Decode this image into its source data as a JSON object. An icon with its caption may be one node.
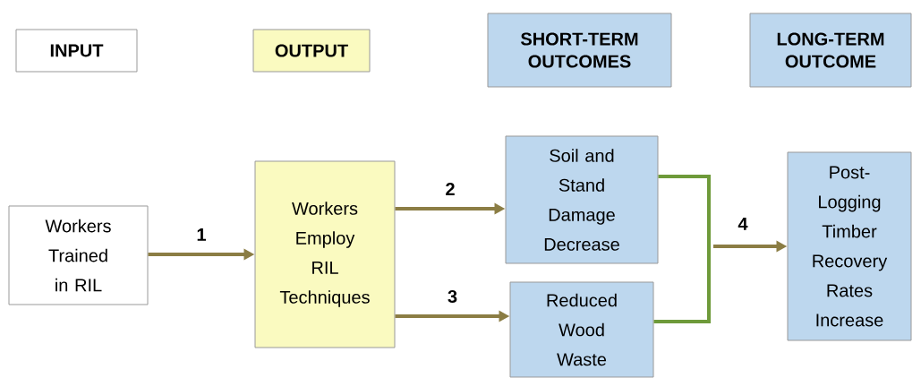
{
  "diagram": {
    "nodes": [
      {
        "text": [
          "INPUT"
        ]
      },
      {
        "text": [
          "OUTPUT"
        ]
      },
      {
        "text": [
          "SHORT-TERM OUTCOMES"
        ]
      },
      {
        "text": [
          "LONG-TERM OUTCOME"
        ]
      },
      {
        "text": [
          "Workers Trained in RIL"
        ]
      },
      {
        "text": [
          "Workers Employ RIL Techniques"
        ]
      },
      {
        "text": [
          "Soil and Stand Damage Decrease"
        ]
      },
      {
        "text": [
          "Reduced Wood Waste"
        ]
      },
      {
        "text": [
          "Post-Logging Timber Recovery Rates Increase"
        ]
      }
    ],
    "edges": [
      {
        "from": 4,
        "to": 5,
        "arrow": "to",
        "label": "1"
      },
      {
        "from": 5,
        "to": 6,
        "arrow": "to",
        "label": "2"
      },
      {
        "from": 5,
        "to": 7,
        "arrow": "to",
        "label": "3"
      },
      {
        "from": 6,
        "to": 8,
        "arrow": "to",
        "label": "4"
      },
      {
        "from": 7,
        "to": 8,
        "arrow": "to"
      }
    ]
  }
}
